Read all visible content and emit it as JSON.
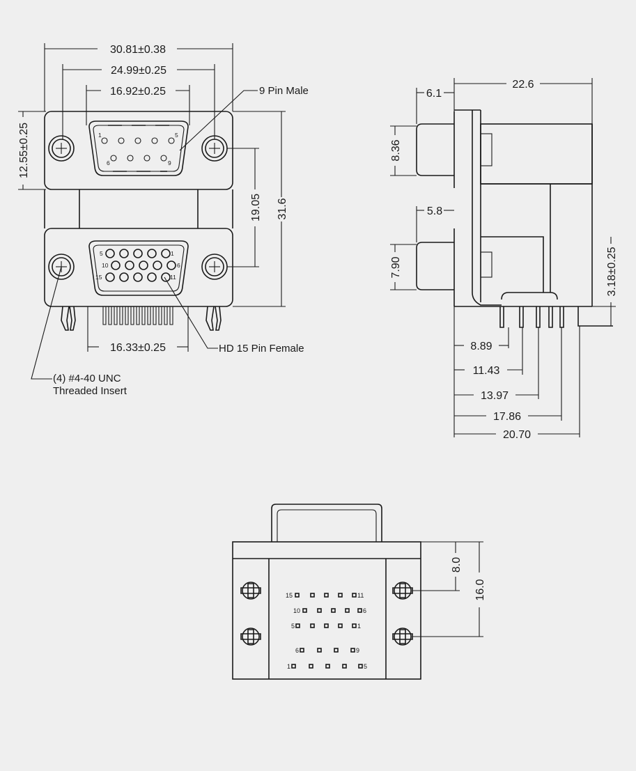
{
  "front_view": {
    "dims": {
      "overall_width": "30.81±0.38",
      "mount_hole_spacing": "24.99±0.25",
      "shell_width_9pin": "16.92±0.25",
      "flange_height": "12.55±0.25",
      "vertical_spacing": "19.05",
      "overall_height": "31.6",
      "shell_width_15pin": "16.33±0.25"
    },
    "callouts": {
      "top_connector": "9 Pin Male",
      "bottom_connector": "HD 15 Pin Female",
      "insert_line1": "(4) #4-40 UNC",
      "insert_line2": "Threaded Insert"
    },
    "pins_9": [
      "1",
      "5",
      "6",
      "9"
    ],
    "pins_15": [
      "5",
      "1",
      "10",
      "6",
      "15",
      "11"
    ]
  },
  "side_view": {
    "dims": {
      "depth": "22.6",
      "top_shell_depth": "6.1",
      "top_shell_height": "8.36",
      "bottom_shell_depth": "5.8",
      "bottom_shell_height": "7.90",
      "standoff": "3.18±0.25",
      "row1": "8.89",
      "row2": "11.43",
      "row3": "13.97",
      "row4": "17.86",
      "row5": "20.70"
    }
  },
  "bottom_view": {
    "dims": {
      "half_spacing": "8.0",
      "full_spacing": "16.0"
    },
    "pins": [
      "15",
      "11",
      "10",
      "6",
      "5",
      "1",
      "6",
      "9",
      "1",
      "5"
    ]
  }
}
